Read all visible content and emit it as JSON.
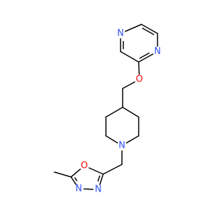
{
  "molecule": {
    "atoms": [
      {
        "id": "n_pz1",
        "label": "N"
      },
      {
        "id": "n_pz4",
        "label": "N"
      },
      {
        "id": "o_ether",
        "label": "O"
      },
      {
        "id": "n_pip",
        "label": "N"
      },
      {
        "id": "o_ox",
        "label": "O"
      },
      {
        "id": "n_ox3",
        "label": "N"
      },
      {
        "id": "n_ox4",
        "label": "N"
      }
    ],
    "colors": {
      "bond": "#000000",
      "nitrogen": "#3050f8",
      "oxygen": "#ff0d0d"
    }
  }
}
